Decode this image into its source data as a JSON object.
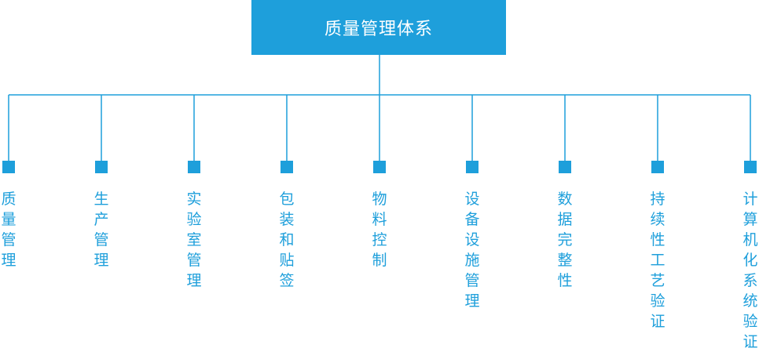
{
  "root": {
    "label": "质量管理体系"
  },
  "colors": {
    "accent": "#1e9fdb"
  },
  "branches": [
    {
      "label": "质量管理"
    },
    {
      "label": "生产管理"
    },
    {
      "label": "实验室管理"
    },
    {
      "label": "包装和贴签"
    },
    {
      "label": "物料控制"
    },
    {
      "label": "设备设施管理"
    },
    {
      "label": "数据完整性"
    },
    {
      "label": "持续性工艺验证"
    },
    {
      "label": "计算机化系统验证"
    }
  ]
}
